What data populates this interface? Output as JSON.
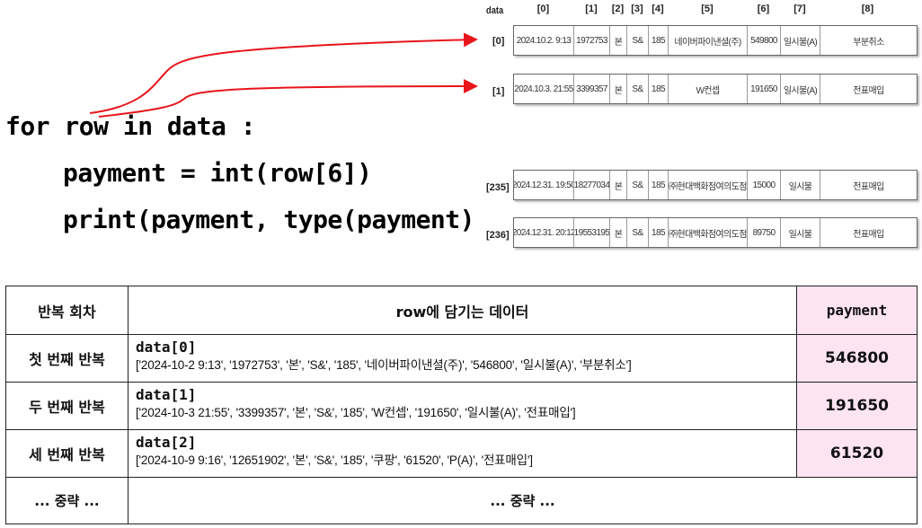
{
  "code": {
    "lines": [
      "for row in data :",
      "payment = int(row[6])",
      "print(payment, type(payment)"
    ]
  },
  "diagram": {
    "title": "data",
    "column_headers": [
      "[0]",
      "[1]",
      "[2]",
      "[3]",
      "[4]",
      "[5]",
      "[6]",
      "[7]",
      "[8]"
    ],
    "rows": [
      {
        "label": "[0]",
        "cells": [
          "2024.10.2. 9:13",
          "1972753",
          "본",
          "S&",
          "185",
          "네이버파이낸셜(주)",
          "549800",
          "일시불(A)",
          "부분취소"
        ]
      },
      {
        "label": "[1]",
        "cells": [
          "2024.10.3. 21:55",
          "3399357",
          "본",
          "S&",
          "185",
          "W컨셉",
          "191650",
          "일시불(A)",
          "전표매입"
        ]
      },
      {
        "label": "[235]",
        "cells": [
          "2024.12.31. 19:50",
          "18277034",
          "본",
          "S&",
          "185",
          "㈜현대백화점여의도점",
          "15000",
          "일시불",
          "전표매입"
        ]
      },
      {
        "label": "[236]",
        "cells": [
          "2024.12.31. 20:12",
          "19553195",
          "본",
          "S&",
          "185",
          "㈜현대백화점여의도점",
          "89750",
          "일시불",
          "전표매입"
        ]
      }
    ],
    "arrow_color": "#e8151b"
  },
  "table": {
    "headers": [
      "반복 회차",
      "row에 담기는 데이터",
      "payment"
    ],
    "rows": [
      {
        "iteration": "첫 번째 반복",
        "name": "data[0]",
        "values": "['2024-10-2  9:13', '1972753', '본', 'S&', '185', '네이버파이낸셜(주)', '546800', '일시불(A)', '부분취소']",
        "payment": "546800"
      },
      {
        "iteration": "두 번째 반복",
        "name": "data[1]",
        "values": "['2024-10-3  21:55', '3399357', '본', 'S&', '185', 'W컨셉', '191650', '일시불(A)', '전표매입']",
        "payment": "191650"
      },
      {
        "iteration": "세 번째 반복",
        "name": "data[2]",
        "values": "['2024-10-9  9:16', '12651902', '본', 'S&', '185', '쿠팡', '61520', 'P(A)', '전표매입']",
        "payment": "61520"
      }
    ],
    "ellipsis_left": "... 중략 ...",
    "ellipsis_right": "... 중략 ...",
    "highlight_color": "#fde4f1"
  }
}
